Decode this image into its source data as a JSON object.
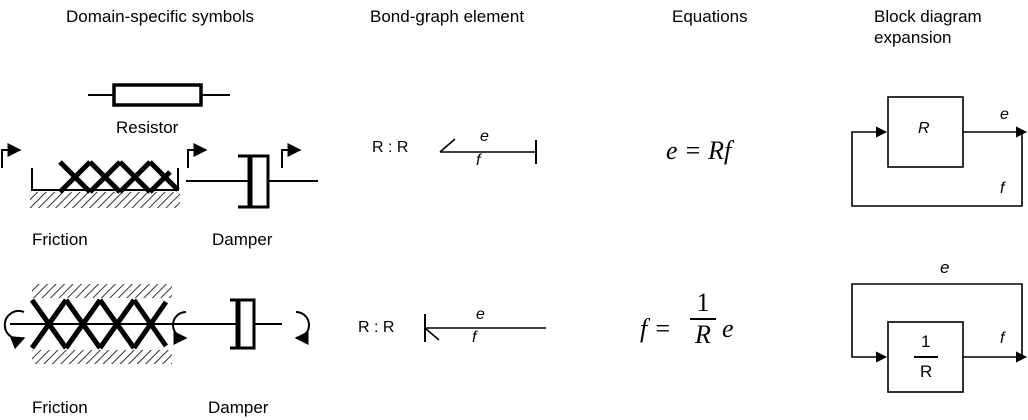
{
  "headers": {
    "symbols": "Domain-specific symbols",
    "bond": "Bond-graph element",
    "equations": "Equations",
    "block": "Block diagram expansion"
  },
  "labels": {
    "resistor": "Resistor",
    "friction1": "Friction",
    "damper1": "Damper",
    "friction2": "Friction",
    "damper2": "Damper"
  },
  "bond": {
    "row1_prefix": "R : R",
    "row1_effort": "e",
    "row1_flow": "f",
    "row2_prefix": "R : R",
    "row2_effort": "e",
    "row2_flow": "f"
  },
  "equations": {
    "eq1": "e = Rf",
    "eq2_lhs": "f =",
    "eq2_num": "1",
    "eq2_den": "R",
    "eq2_rhs": "e"
  },
  "block": {
    "b1_box": "R",
    "b1_out": "e",
    "b1_fb": "f",
    "b2_top": "e",
    "b2_num": "1",
    "b2_den": "R",
    "b2_out": "f"
  }
}
